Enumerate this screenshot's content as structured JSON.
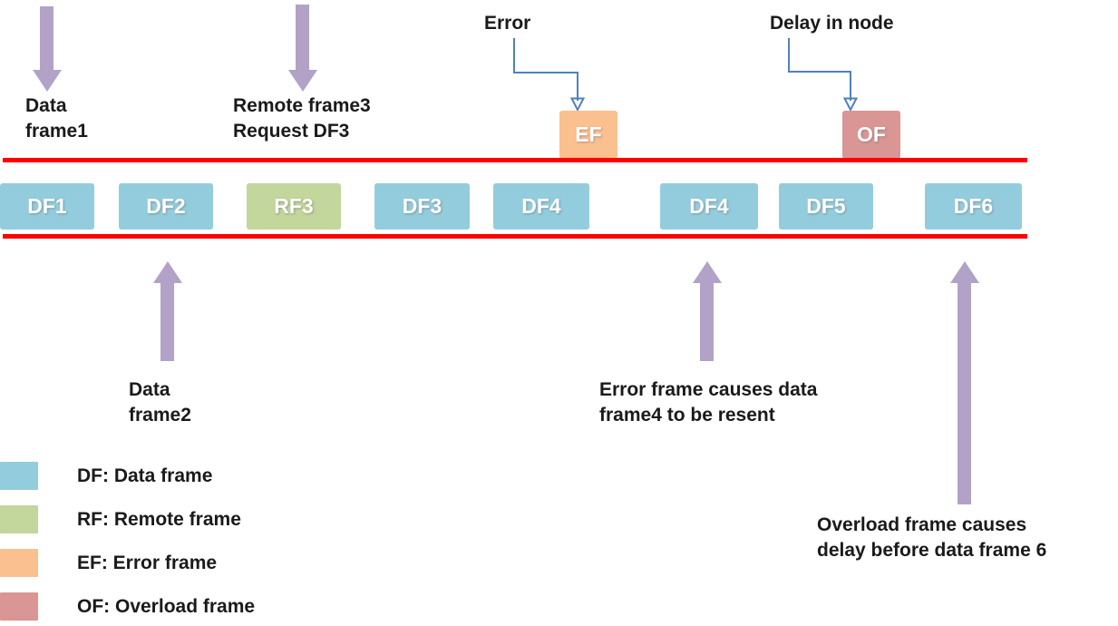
{
  "colors": {
    "data_frame": "#93CDDD",
    "remote_frame": "#C3D69B",
    "error_frame": "#FAC090",
    "overload_frame": "#D99694",
    "bus_line": "#FE0000",
    "block_arrow": "#B2A2C7",
    "pointer_arrow": "#4F81BD"
  },
  "top_annotations": {
    "data_frame1": "Data\nframe1",
    "remote_frame3": "Remote frame3\nRequest DF3",
    "error": "Error",
    "delay_in_node": "Delay in node"
  },
  "frames": [
    {
      "label": "DF1",
      "type": "data"
    },
    {
      "label": "DF2",
      "type": "data"
    },
    {
      "label": "RF3",
      "type": "remote"
    },
    {
      "label": "DF3",
      "type": "data"
    },
    {
      "label": "DF4",
      "type": "data"
    },
    {
      "label": "DF4",
      "type": "data"
    },
    {
      "label": "DF5",
      "type": "data"
    },
    {
      "label": "DF6",
      "type": "data"
    }
  ],
  "special_frames": {
    "error_frame": {
      "label": "EF"
    },
    "overload_frame": {
      "label": "OF"
    }
  },
  "bottom_annotations": {
    "data_frame2": "Data\nframe2",
    "error_resent": "Error frame causes data\nframe4 to be resent",
    "overload_delay": "Overload frame causes\ndelay before data frame 6"
  },
  "legend": [
    {
      "label": "DF: Data frame",
      "type": "data",
      "color": "#93CDDD"
    },
    {
      "label": "RF: Remote frame",
      "type": "remote",
      "color": "#C3D69B"
    },
    {
      "label": "EF: Error frame",
      "type": "error",
      "color": "#FAC090"
    },
    {
      "label": "OF: Overload frame",
      "type": "overload",
      "color": "#D99694"
    }
  ]
}
